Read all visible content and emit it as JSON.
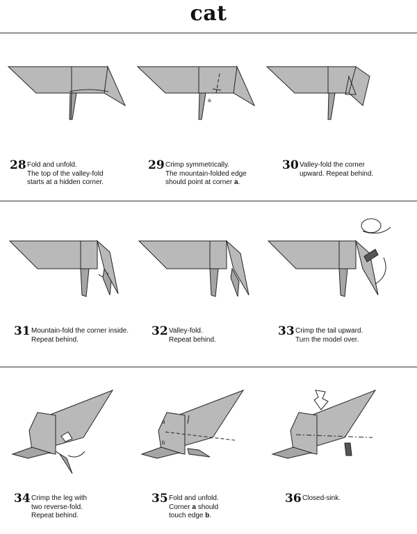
{
  "title": "cat",
  "steps": [
    {
      "number": "28",
      "lines": [
        "Fold and unfold.",
        "The top of the valley-fold",
        "starts at a hidden corner."
      ]
    },
    {
      "number": "29",
      "lines": [
        "Crimp symmetrically.",
        "The mountain-folded edge",
        "should point at corner "
      ],
      "bold_suffix": [
        "",
        "",
        "a"
      ],
      "suffix": [
        "",
        "",
        "."
      ]
    },
    {
      "number": "30",
      "lines": [
        "Valley-fold the corner",
        "upward. Repeat behind."
      ]
    },
    {
      "number": "31",
      "lines": [
        "Mountain-fold the corner inside.",
        "Repeat behind."
      ]
    },
    {
      "number": "32",
      "lines": [
        "Valley-fold.",
        "Repeat behind."
      ]
    },
    {
      "number": "33",
      "lines": [
        "Crimp the tail upward.",
        "Turn the model over."
      ]
    },
    {
      "number": "34",
      "lines": [
        "Crimp the leg with",
        "two reverse-fold.",
        "Repeat behind."
      ]
    },
    {
      "number": "35",
      "lines": [
        "Fold and unfold.",
        "Corner a should",
        "touch edge b."
      ]
    },
    {
      "number": "36",
      "lines": [
        "Closed-sink."
      ]
    }
  ],
  "step35": {
    "l1": "Fold and unfold.",
    "l2a": "Corner ",
    "l2b": "a",
    "l2c": " should",
    "l3a": "touch edge ",
    "l3b": "b",
    "l3c": "."
  },
  "step29": {
    "l1": "Crimp symmetrically.",
    "l2": "The mountain-folded edge",
    "l3a": "should point at corner ",
    "l3b": "a",
    "l3c": "."
  },
  "corner_labels": {
    "a": "a",
    "b": "b"
  },
  "colors": {
    "paper": "#b9b9b9",
    "paper_dark": "#a5a5a5",
    "line": "#222222",
    "rule": "#333333"
  }
}
